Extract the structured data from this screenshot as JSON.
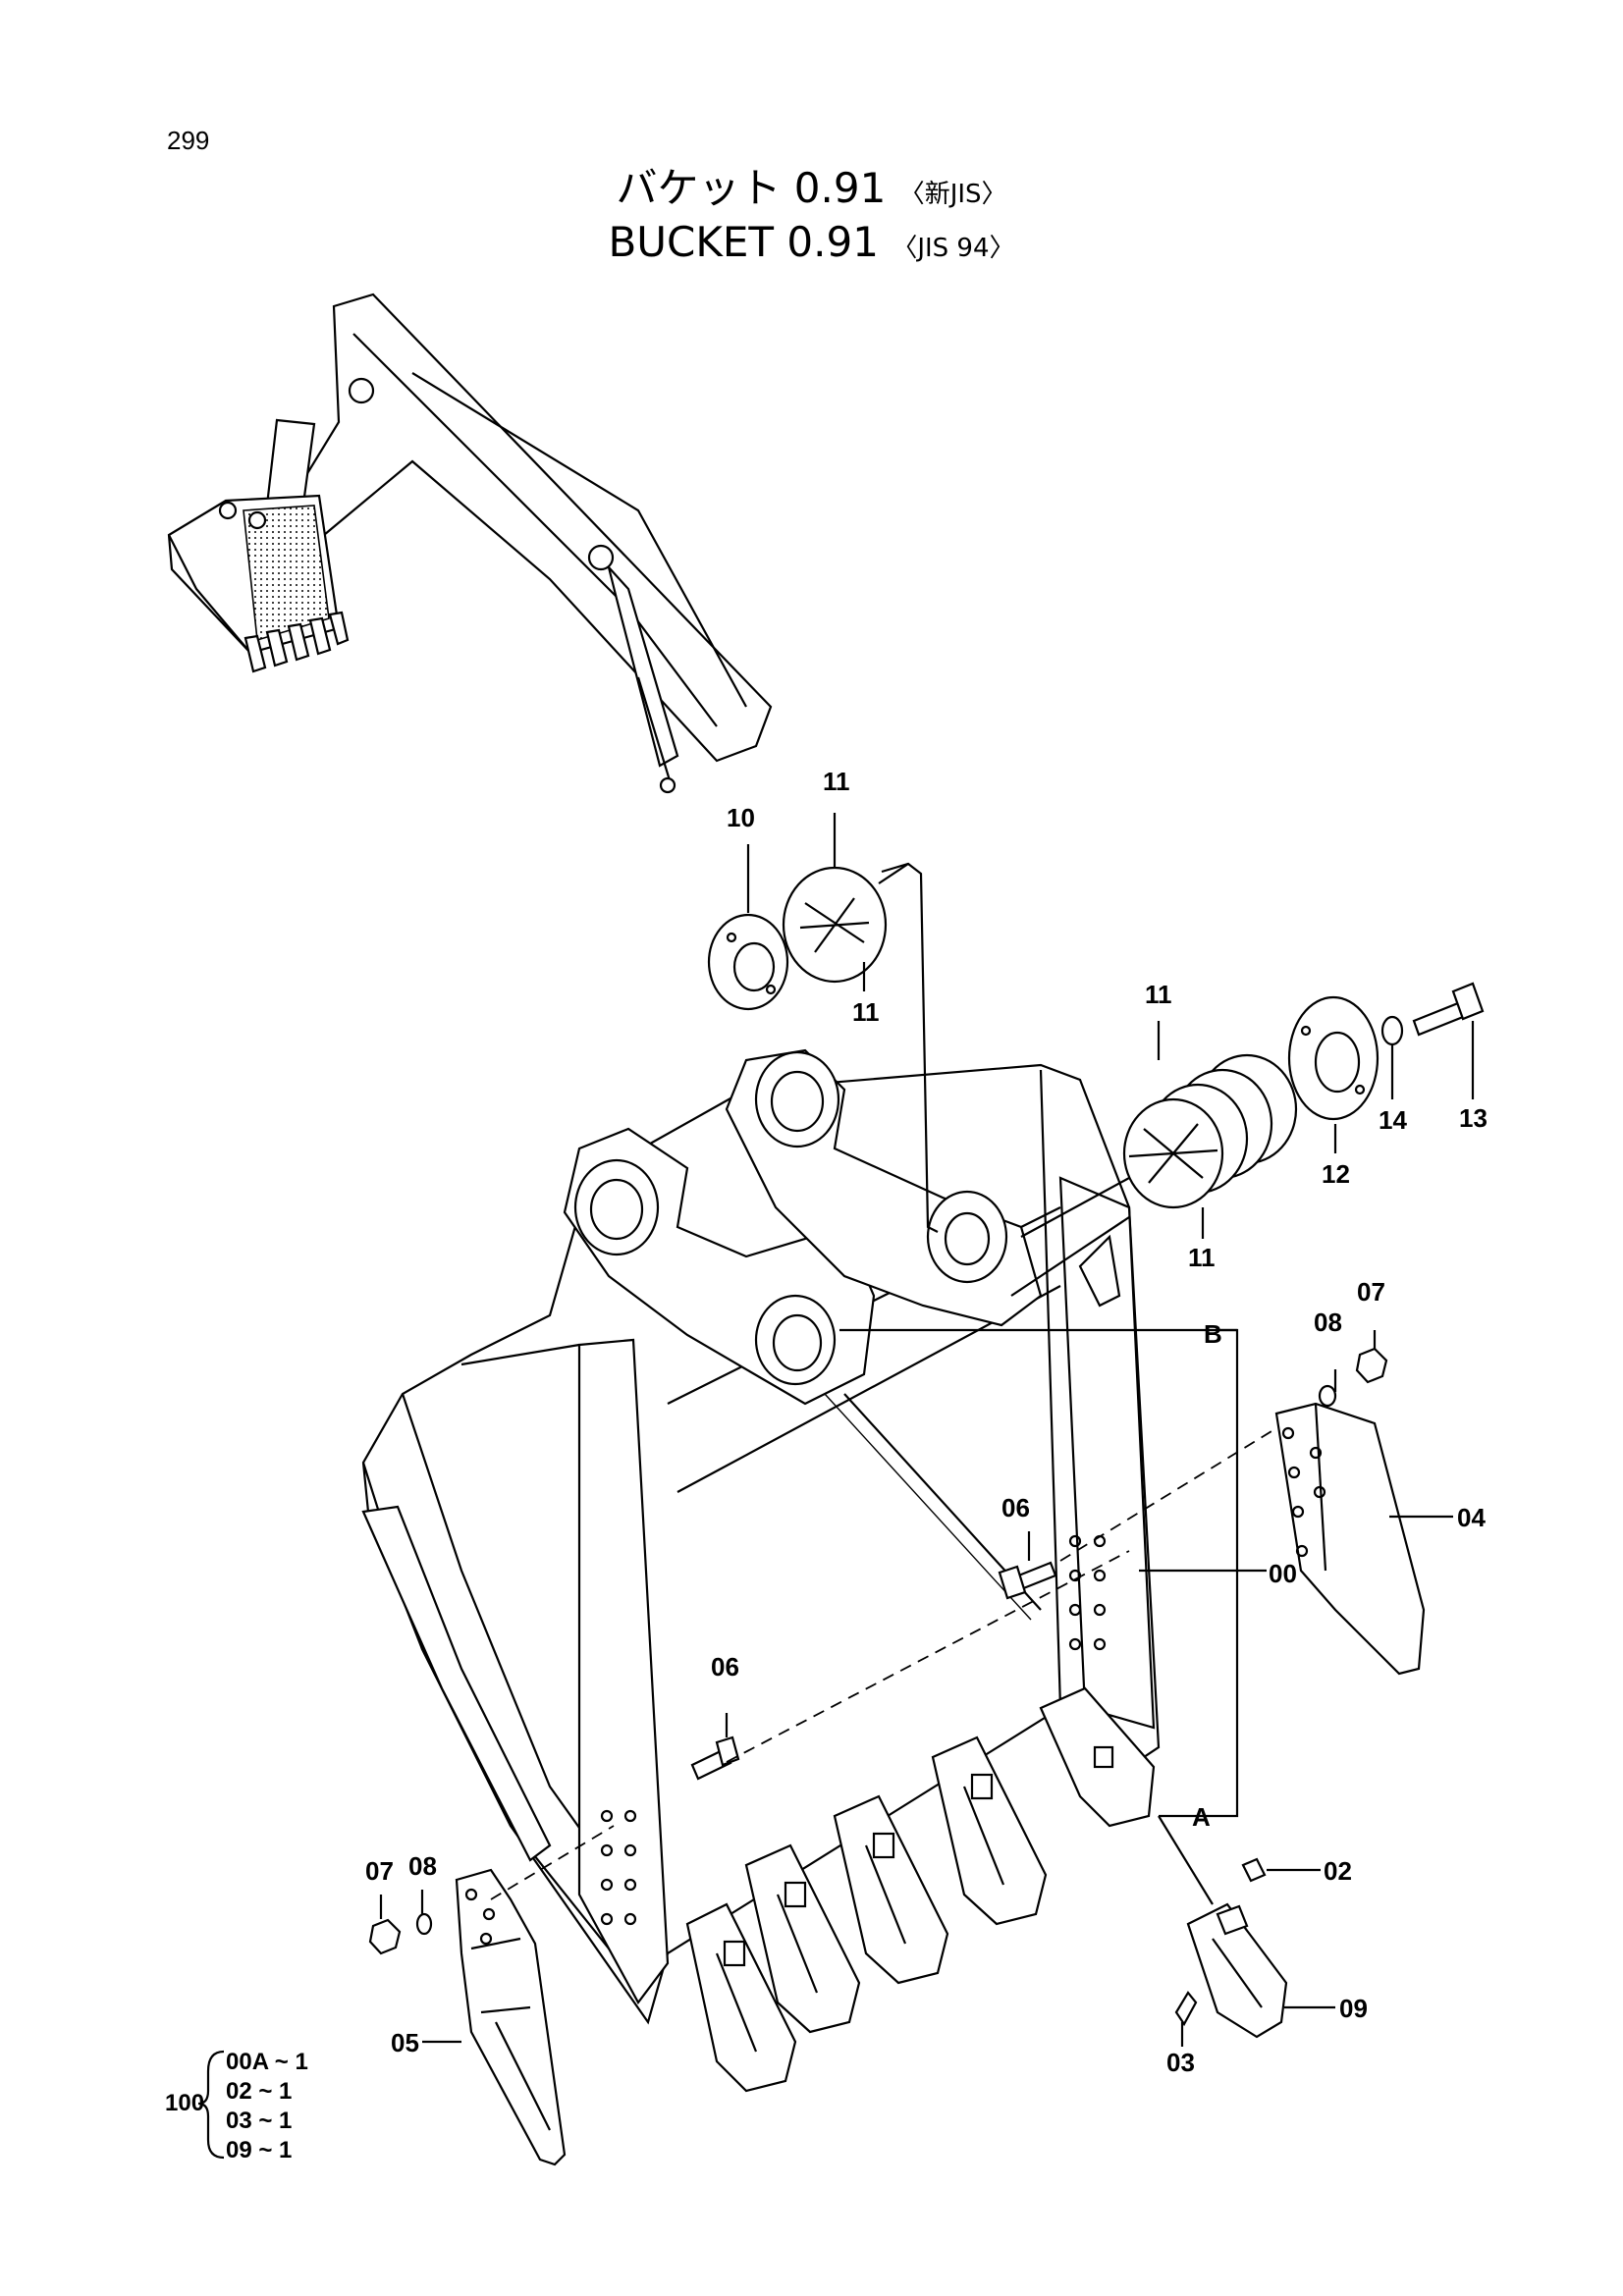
{
  "page_number": "299",
  "title": {
    "jp_main": "バケット 0.91",
    "jp_sub": "〈新JIS〉",
    "en_main": "BUCKET  0.91",
    "en_sub": "〈JIS 94〉"
  },
  "callouts": {
    "c00": "00",
    "c02": "02",
    "c03": "03",
    "c04": "04",
    "c05": "05",
    "c06a": "06",
    "c06b": "06",
    "c07a": "07",
    "c07b": "07",
    "c08a": "08",
    "c08b": "08",
    "c09": "09",
    "c10": "10",
    "c11a": "11",
    "c11b": "11",
    "c11c": "11",
    "c11d": "11",
    "c12": "12",
    "c13": "13",
    "c14": "14",
    "refA": "A",
    "refB": "B"
  },
  "kit": {
    "number": "100",
    "lines": [
      "00A ~ 1",
      "02  ~ 1",
      "03  ~ 1",
      "09  ~ 1"
    ]
  }
}
